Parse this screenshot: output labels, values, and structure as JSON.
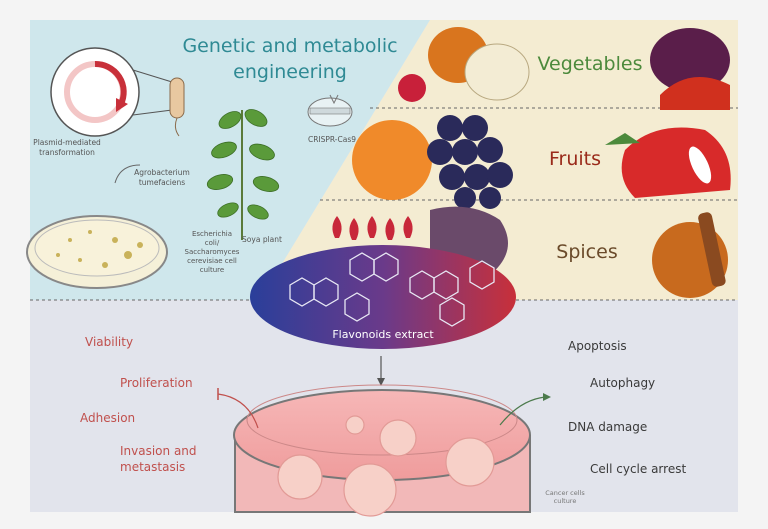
{
  "top": {
    "title_line1": "Genetic and metabolic",
    "title_line2": "engineering",
    "plasmid_label_line1": "Plasmid-mediated",
    "plasmid_label_line2": "transformation",
    "agro_label_line1": "Agrobacterium",
    "agro_label_line2": "tumefaciens",
    "crispr_label": "CRISPR-Cas9",
    "soya_label": "Soya plant",
    "culture_label_line1": "Escherichia",
    "culture_label_line2": "coli/",
    "culture_label_line3": "Saccharomyces",
    "culture_label_line4": "cerevisiae cell",
    "culture_label_line5": "culture"
  },
  "sources": {
    "vegetables": "Vegetables",
    "fruits": "Fruits",
    "spices": "Spices"
  },
  "center": {
    "extract_label": "Flavonoids extract"
  },
  "bottom": {
    "decreases": [
      "Viability",
      "Proliferation",
      "Adhesion",
      "Invasion and",
      "metastasis"
    ],
    "increases": [
      "Apoptosis",
      "Autophagy",
      "DNA damage",
      "Cell cycle arrest"
    ],
    "dish_label_line1": "Cancer cells",
    "dish_label_line2": "culture"
  },
  "colors": {
    "top_bg": "#cfe7ec",
    "band_bg": "#f4ecd2",
    "bottom_bg": "#e2e4ec",
    "title": "#2f8a94",
    "veg_text": "#4c8a3c",
    "fruit_text": "#9a2a1a",
    "spice_text": "#6a4a2a",
    "decrease_text": "#c0504d",
    "increase_text": "#3a3a3a"
  }
}
